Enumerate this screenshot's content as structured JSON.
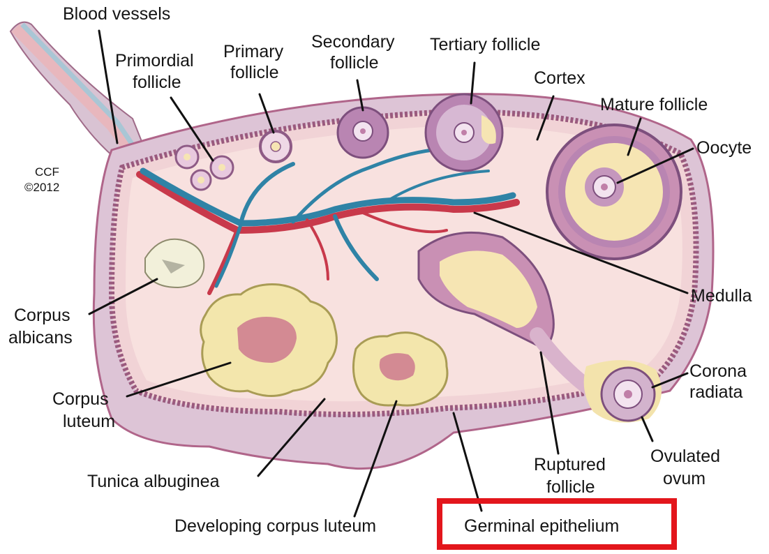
{
  "credit": {
    "line1": "CCF",
    "line2": "©2012"
  },
  "labels": {
    "blood_vessels": "Blood vessels",
    "primordial_follicle_1": "Primordial",
    "primordial_follicle_2": "follicle",
    "primary_follicle_1": "Primary",
    "primary_follicle_2": "follicle",
    "secondary_follicle_1": "Secondary",
    "secondary_follicle_2": "follicle",
    "tertiary_follicle": "Tertiary follicle",
    "cortex": "Cortex",
    "mature_follicle": "Mature follicle",
    "oocyte": "Oocyte",
    "medulla": "Medulla",
    "corpus_albicans_1": "Corpus",
    "corpus_albicans_2": "albicans",
    "corpus_luteum_1": "Corpus",
    "corpus_luteum_2": "luteum",
    "corona_radiata_1": "Corona",
    "corona_radiata_2": "radiata",
    "ruptured_follicle_1": "Ruptured",
    "ruptured_follicle_2": "follicle",
    "ovulated_ovum_1": "Ovulated",
    "ovulated_ovum_2": "ovum",
    "tunica_albuginea": "Tunica albuginea",
    "developing_corpus_luteum": "Developing corpus luteum",
    "germinal_epithelium": "Germinal epithelium"
  },
  "highlight": {
    "target": "germinal_epithelium",
    "color": "#e3161c"
  },
  "colors": {
    "capsule": "#ddc4d6",
    "capsule_edge": "#b0658a",
    "stroma": "#f8e1df",
    "cortex_ring": "#f1d3d6",
    "vein": "#2f83a6",
    "artery": "#c8394b",
    "luteum": "#f3e6ac",
    "luteum_core": "#d38a93",
    "follicle_fluid": "#f6e5b3",
    "follicle_cells": "#b985b2"
  }
}
